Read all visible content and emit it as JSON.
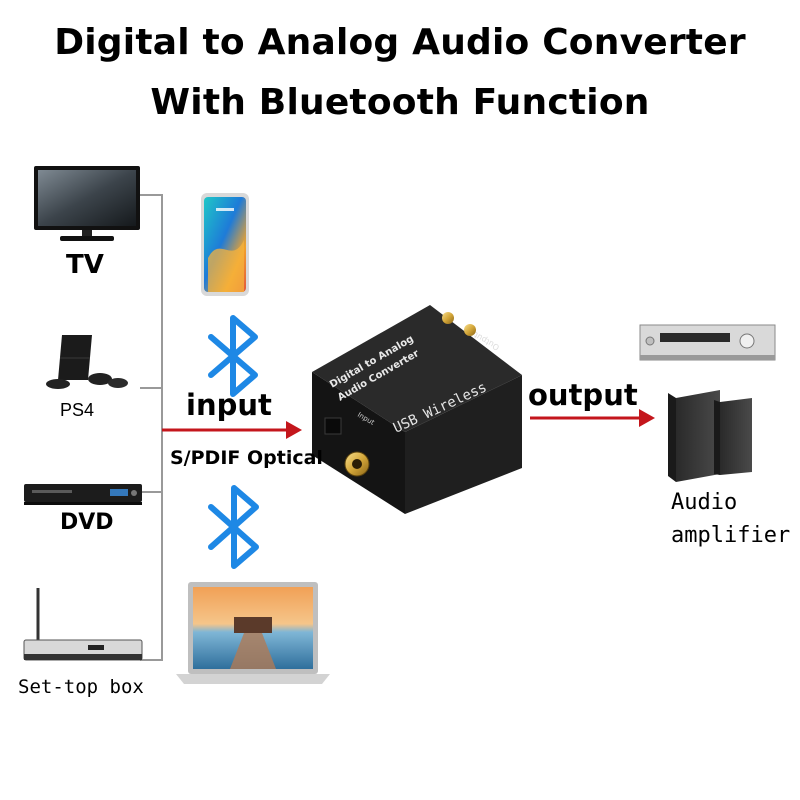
{
  "title": {
    "line1": "Digital to Analog Audio Converter",
    "line2": "With Bluetooth Function"
  },
  "sources": [
    {
      "label": "TV",
      "icon": "tv-icon"
    },
    {
      "label": "PS4",
      "icon": "game-console-icon"
    },
    {
      "label": "DVD",
      "icon": "dvd-player-icon"
    },
    {
      "label": "Set-top box",
      "icon": "set-top-box-icon"
    }
  ],
  "bluetooth_devices": [
    {
      "icon": "smartphone-icon"
    },
    {
      "icon": "laptop-icon"
    }
  ],
  "connection": {
    "input_label": "input",
    "input_type": "S/PDIF Optical",
    "output_label": "output"
  },
  "converter": {
    "icon": "converter-box-icon",
    "top_text_line1": "Digital to Analog",
    "top_text_line2": "Audio Converter",
    "front_text": "USB Wireless",
    "input_port_label": "Input",
    "output_port_label": "Output"
  },
  "destination": {
    "label_line1": "Audio",
    "label_line2": "amplifier",
    "icons": [
      "amplifier-icon",
      "speaker-icon"
    ]
  },
  "colors": {
    "arrow": "#c4161c",
    "bluetooth": "#1e88e5",
    "bracket_line": "#999999",
    "device_body": "#1a1a1a"
  }
}
